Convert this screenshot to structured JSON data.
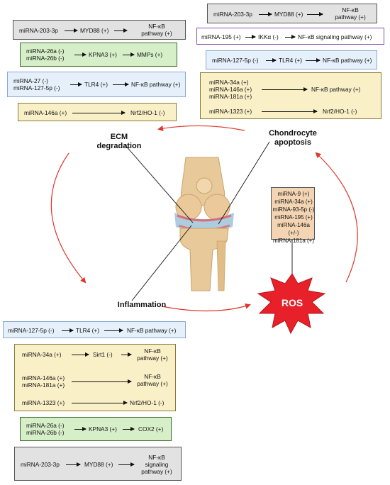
{
  "labels": {
    "ecm": "ECM\ndegradation",
    "apoptosis": "Chondrocyte\napoptosis",
    "inflammation": "Inflammation",
    "ros": "ROS"
  },
  "ecm_boxes": {
    "b1": {
      "a": "miRNA-203-3p",
      "b": "MYD88 (+)",
      "c1": "NF-κB",
      "c2": "pathway (+)"
    },
    "b2": {
      "a1": "miRNA-26a (-)",
      "a2": "miRNA-26b (-)",
      "b": "KPNA3 (+)",
      "c": "MMPs (+)"
    },
    "b3": {
      "a1": "miRNA-27 (-)",
      "a2": "miRNA-127-5p (-)",
      "b": "TLR4 (+)",
      "c": "NF-κB pathway (+)"
    },
    "b4": {
      "a": "miRNA-146a (+)",
      "c": "Nrf2/HO-1 (-)"
    }
  },
  "apoptosis_boxes": {
    "b1": {
      "a": "miRNA-203-3p",
      "b": "MYD88 (+)",
      "c1": "NF-κB",
      "c2": "pathway (+)"
    },
    "b2": {
      "a": "miRNA-195 (+)",
      "b": "IKKα (-)",
      "c": "NF-κB signaling pathway (+)"
    },
    "b3": {
      "a": "miRNA-127-5p (-)",
      "b": "TLR4 (+)",
      "c": "NF-κB pathway (+)"
    },
    "b4": {
      "a1": "miRNA-34a (+)",
      "a2": "miRNA-146a (+)",
      "a3": "miRNA-181a (+)",
      "c": "NF-κB pathway (+)",
      "d": "miRNA-1323 (+)",
      "e": "Nrf2/HO-1 (-)"
    }
  },
  "ros_box": {
    "lines": [
      "miRNA-9 (+)",
      "miRNA-34a (+)",
      "miRNA-93-5p (-)",
      "miRNA-195 (+)",
      "miRNA-146a (+/-)",
      "miRNA-181a (+)"
    ]
  },
  "inflammation_boxes": {
    "b1": {
      "a": "miRNA-127-5p (-)",
      "b": "TLR4 (+)",
      "c": "NF-κB pathway (+)"
    },
    "b2": {
      "r1a": "miRNA-34a (+)",
      "r1b": "Sirt1 (-)",
      "r1c1": "NF-κB",
      "r1c2": "pathway (+)",
      "r2a1": "miRNA-146a (+)",
      "r2a2": "miRNA-181a (+)",
      "r2c1": "NF-κB",
      "r2c2": "pathway (+)",
      "r3a": "miRNA-1323 (+)",
      "r3c": "Nrf2/HO-1 (-)"
    },
    "b3": {
      "a1": "miRNA-26a (-)",
      "a2": "miRNA-26b (-)",
      "b": "KPNA3 (+)",
      "c": "COX2 (+)"
    },
    "b4": {
      "a": "miRNA-203-3p",
      "b": "MYD88 (+)",
      "c1": "NF-κB",
      "c2": "signaling",
      "c3": "pathway (+)"
    }
  },
  "colors": {
    "cycle_arrow": "#e0352b",
    "ros_star": "#e8202a",
    "bone": "#e8c99a",
    "cartilage": "#9fc4d8",
    "inflamed": "#e8545a"
  }
}
